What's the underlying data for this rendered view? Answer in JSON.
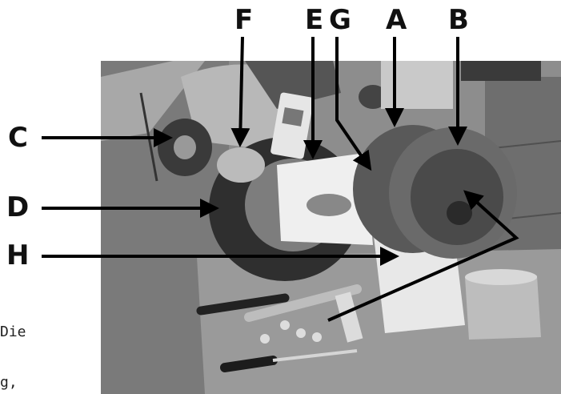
{
  "labels": {
    "F": "F",
    "E": "E",
    "G": "G",
    "A": "A",
    "B": "B",
    "C": "C",
    "D": "D",
    "H": "H"
  },
  "cut_text": {
    "line1": "Die",
    "line2": "g,"
  },
  "colors": {
    "arrow": "#000000",
    "label": "#111111",
    "photo_background": "#8a8a8a"
  }
}
